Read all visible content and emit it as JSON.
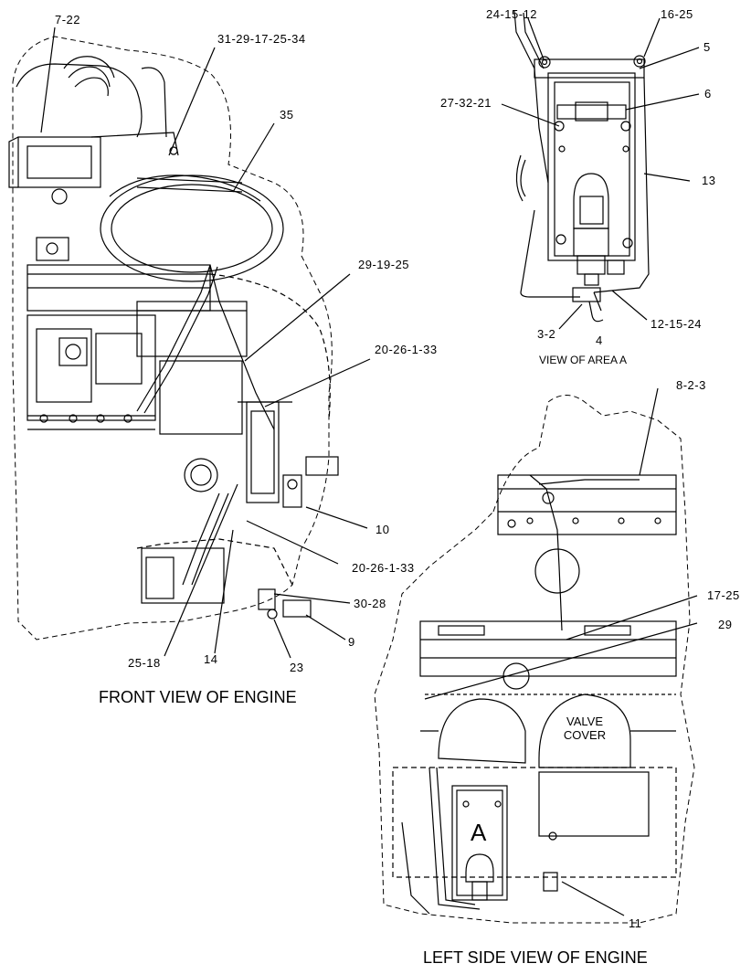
{
  "titles": {
    "front_view": "FRONT VIEW OF ENGINE",
    "left_side_view": "LEFT SIDE VIEW OF ENGINE",
    "view_area_a": "VIEW OF AREA  A"
  },
  "inline_labels": {
    "valve_cover_line1": "VALVE",
    "valve_cover_line2": "COVER",
    "area_marker": "A"
  },
  "callouts": {
    "c_7_22": "7-22",
    "c_31_29_17_25_34": "31-29-17-25-34",
    "c_35": "35",
    "c_29_19_25": "29-19-25",
    "c_20_26_1_33_top": "20-26-1-33",
    "c_10": "10",
    "c_20_26_1_33_bottom": "20-26-1-33",
    "c_30_28": "30-28",
    "c_9": "9",
    "c_25_18": "25-18",
    "c_14": "14",
    "c_23": "23",
    "c_24_15_12": "24-15-12",
    "c_16_25": "16-25",
    "c_5": "5",
    "c_6": "6",
    "c_27_32_21": "27-32-21",
    "c_13": "13",
    "c_3_2": "3-2",
    "c_4": "4",
    "c_12_15_24": "12-15-24",
    "c_8_2_3": "8-2-3",
    "c_17_25": "17-25",
    "c_29": "29",
    "c_11": "11"
  }
}
